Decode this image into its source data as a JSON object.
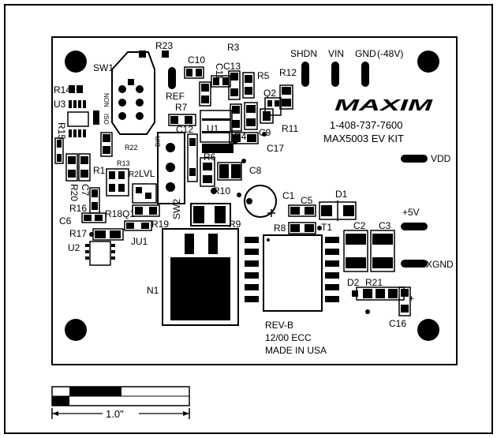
{
  "board": {
    "header_labels": {
      "shdn": "SHDN",
      "vin": "VIN",
      "gnd": "GND",
      "minus48": "(-48V)",
      "vdd": "VDD",
      "plus5v": "+5V",
      "xgnd": "XGND",
      "plus": "+"
    },
    "designators": {
      "R23": "R23",
      "SW1": "SW1",
      "NON": "NON",
      "ISO": "ISO",
      "R14": "R14",
      "U3": "U3",
      "R15": "R15",
      "R13": "R13",
      "R22": "R22",
      "R1": "R1",
      "R2": "R2",
      "LVL": "LVL",
      "R20": "R20",
      "C7": "C7",
      "R16": "R16",
      "C6": "C6",
      "R18": "R18",
      "Q1": "Q1",
      "R19": "R19",
      "R17": "R17",
      "JU1": "JU1",
      "U2": "U2",
      "N1": "N1",
      "C10": "C10",
      "C11": "C11",
      "R3": "R3",
      "C13": "C13",
      "R5": "R5",
      "R12": "R12",
      "REF": "REF",
      "R7": "R7",
      "C12": "C12",
      "U1": "U1",
      "Q2": "Q2",
      "C9": "C9",
      "R11": "R11",
      "R4": "R4",
      "C17": "C17",
      "R6": "R6",
      "C8": "C8",
      "DIR": "DIR",
      "R10": "R10",
      "SW2": "SW2",
      "R9": "R9",
      "C1": "C1",
      "C5": "C5",
      "D1": "D1",
      "R8": "R8",
      "T1": "T1",
      "C2": "C2",
      "C3": "C3",
      "D2": "D2",
      "R21": "R21",
      "C16": "C16"
    },
    "brand_logo": "MAXIM",
    "phone": "1-408-737-7600",
    "kit_name": "MAX5003 EV KIT",
    "rev": "REV-B",
    "date": "12/00 ECC",
    "made_in": "MADE IN USA"
  },
  "scale": {
    "label": "1.0\""
  },
  "colors": {
    "ink": "#000000",
    "background": "#ffffff"
  }
}
